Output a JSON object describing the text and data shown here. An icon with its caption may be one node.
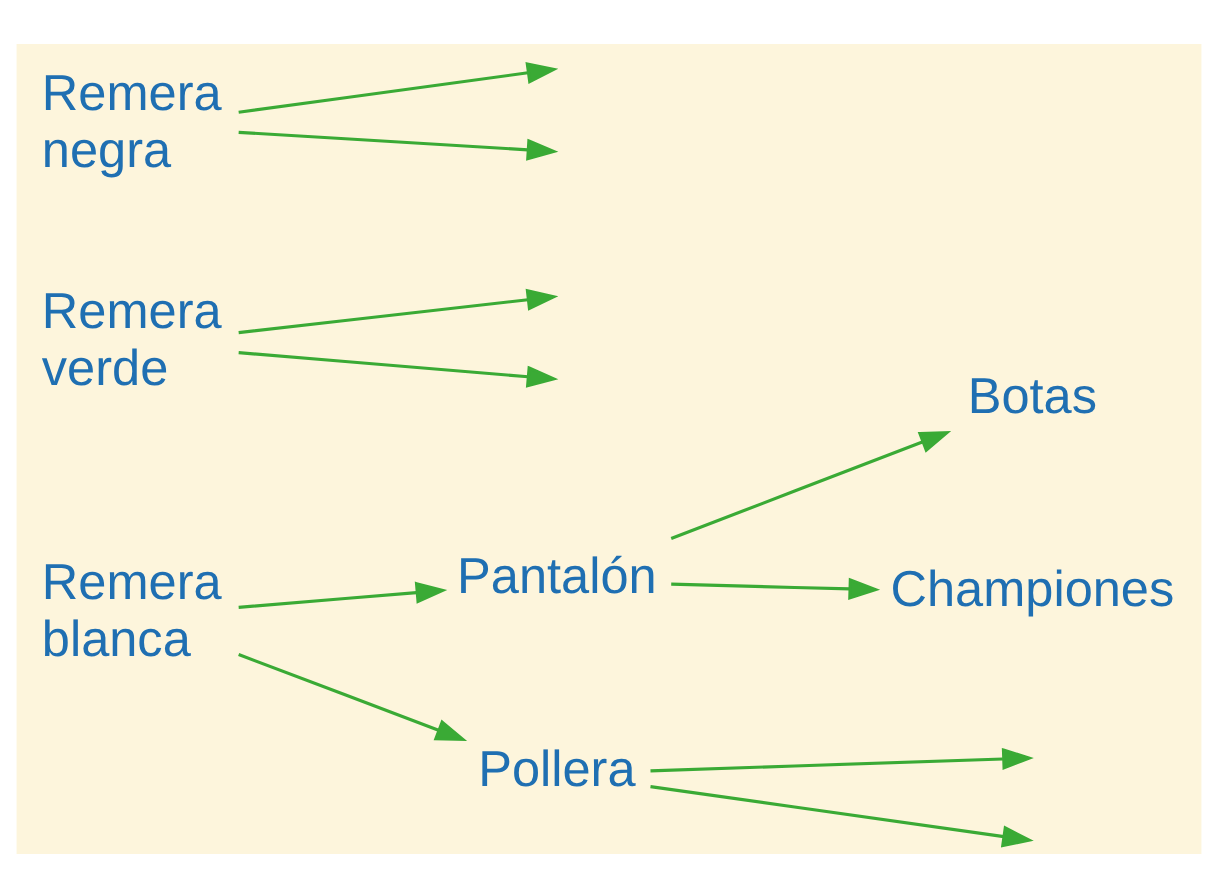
{
  "diagram": {
    "nodes": [
      {
        "text": [
          "Remera blanca"
        ]
      },
      {
        "text": [
          "Pantalón"
        ]
      },
      {
        "text": [
          "Pollera"
        ]
      },
      {
        "text": [
          "Botas"
        ]
      },
      {
        "text": [
          "Championes"
        ]
      },
      {
        "text": [
          "Remera verde"
        ]
      },
      {
        "text": [
          "Remera negra"
        ]
      }
    ],
    "edges": [
      {
        "from": 0,
        "to": 1,
        "arrow": "to"
      },
      {
        "from": 0,
        "to": 2,
        "arrow": "to"
      },
      {
        "from": 1,
        "to": 3,
        "arrow": "to"
      },
      {
        "from": 1,
        "to": 4,
        "arrow": "to"
      },
      {
        "from": 2,
        "to": null,
        "arrow": "to"
      },
      {
        "from": 2,
        "to": null,
        "arrow": "to"
      },
      {
        "from": 5,
        "to": null,
        "arrow": "to"
      },
      {
        "from": 5,
        "to": null,
        "arrow": "to"
      },
      {
        "from": 6,
        "to": null,
        "arrow": "to"
      },
      {
        "from": 6,
        "to": null,
        "arrow": "to"
      }
    ]
  }
}
